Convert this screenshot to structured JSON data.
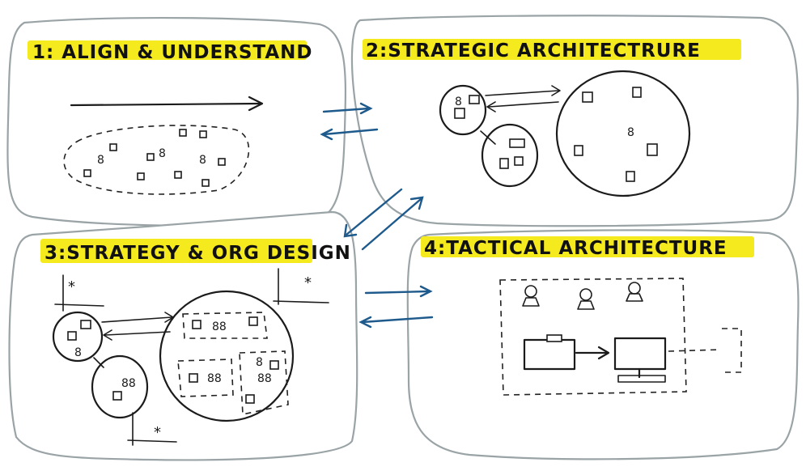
{
  "panels": [
    {
      "id": "align",
      "title": "1: ALIGN & UNDERSTAND"
    },
    {
      "id": "strategic",
      "title": "2:STRATEGIC ARCHITECTRURE"
    },
    {
      "id": "strategy",
      "title": "3:STRATEGY & ORG DESIGN"
    },
    {
      "id": "tactical",
      "title": "4:TACTICAL ARCHITECTURE"
    }
  ],
  "highlight_color": "#f5ea1e",
  "arrow_color": "#1e5a8c",
  "border_color": "#9aa3a6"
}
